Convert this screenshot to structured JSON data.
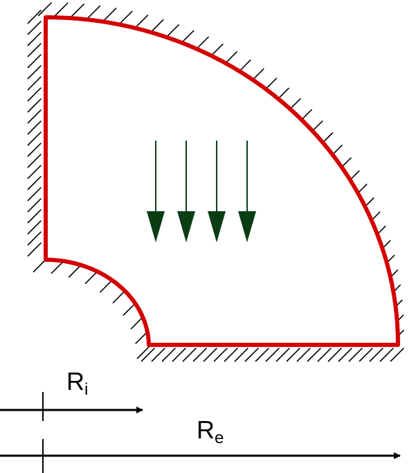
{
  "diagram": {
    "labels": {
      "inner_radius": {
        "main": "R",
        "sub": "i"
      },
      "outer_radius": {
        "main": "R",
        "sub": "e"
      }
    },
    "colors": {
      "boundary": "#d40000",
      "load_arrows": "#0b3d14",
      "hatching": "#000000",
      "dimension": "#000000",
      "background": "#ffffff"
    },
    "load_arrow_count": 4
  }
}
